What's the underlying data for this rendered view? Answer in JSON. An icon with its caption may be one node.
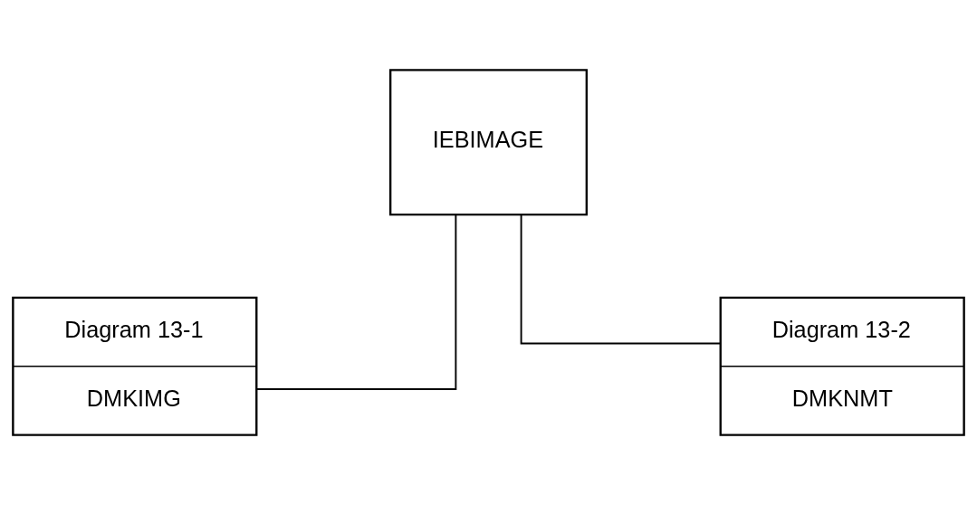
{
  "diagram": {
    "nodes": [
      {
        "text": [
          "IEBIMAGE"
        ]
      },
      {
        "text": [
          "Diagram 13-1",
          "DMKIMG"
        ]
      },
      {
        "text": [
          "Diagram 13-2",
          "DMKNMT"
        ]
      }
    ],
    "edges": [
      {
        "from": 0,
        "to": 1,
        "arrow": "none"
      },
      {
        "from": 0,
        "to": 2,
        "arrow": "none"
      }
    ]
  }
}
